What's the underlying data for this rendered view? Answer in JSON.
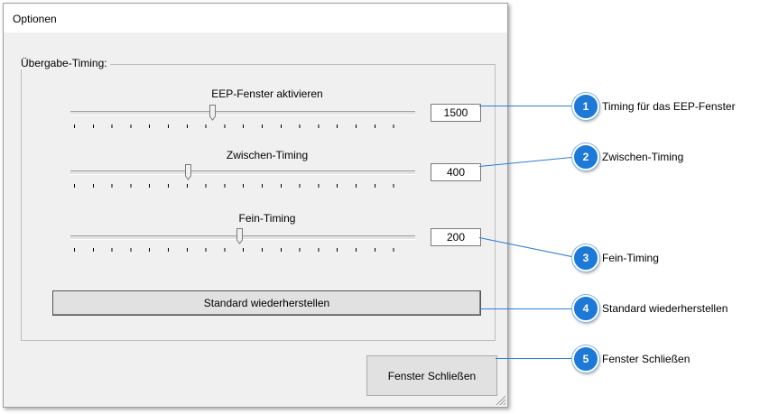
{
  "window": {
    "title": "Optionen"
  },
  "group": {
    "label": "Übergabe-Timing:"
  },
  "sliders": [
    {
      "label": "EEP-Fenster aktivieren",
      "value": "1500",
      "position": 0.412
    },
    {
      "label": "Zwischen-Timing",
      "value": "400",
      "position": 0.342
    },
    {
      "label": "Fein-Timing",
      "value": "200",
      "position": 0.492
    }
  ],
  "buttons": {
    "restore_label": "Standard wiederherstellen",
    "close_label": "Fenster Schließen"
  },
  "callouts": [
    {
      "number": "1",
      "text": "Timing für das EEP-Fenster"
    },
    {
      "number": "2",
      "text": "Zwischen-Timing"
    },
    {
      "number": "3",
      "text": "Fein-Timing"
    },
    {
      "number": "4",
      "text": "Standard wiederherstellen"
    },
    {
      "number": "5",
      "text": "Fenster Schließen"
    }
  ],
  "colors": {
    "accent": "#1e78d6",
    "dialog_bg": "#f0f0f0",
    "button_bg": "#e1e1e1"
  }
}
